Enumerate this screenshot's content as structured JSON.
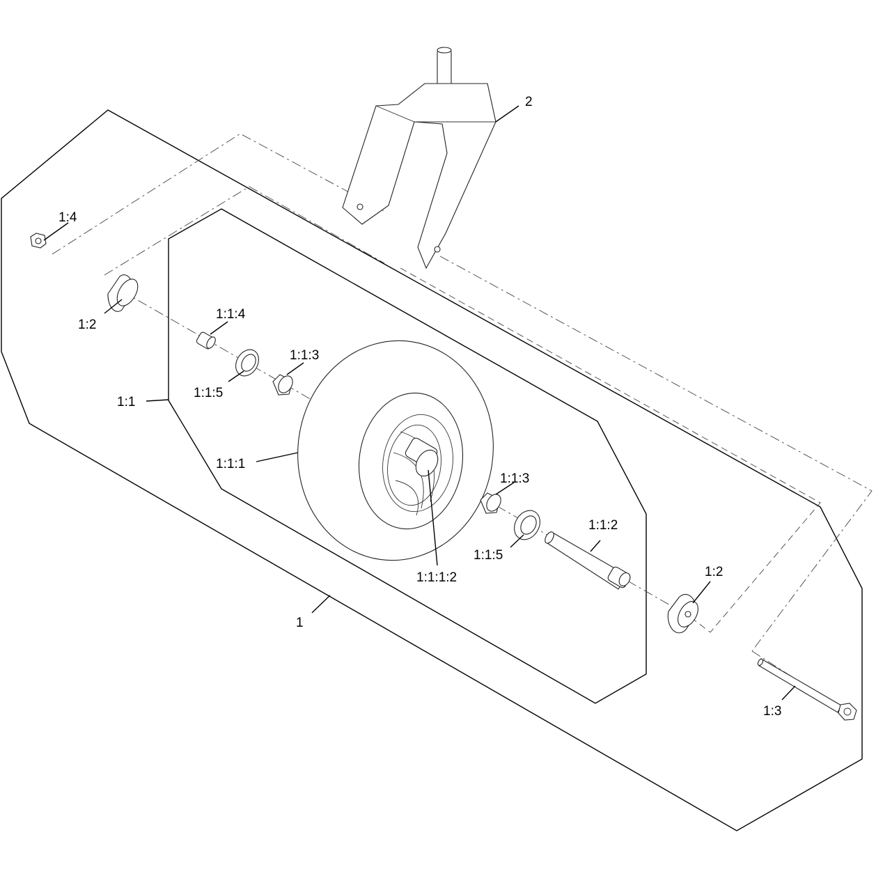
{
  "callouts": {
    "c2": "2",
    "c14": "1:4",
    "c12_left": "1:2",
    "c114": "1:1:4",
    "c113_upper": "1:1:3",
    "c115_upper": "1:1:5",
    "c11": "1:1",
    "c111": "1:1:1",
    "c113_lower": "1:1:3",
    "c115_lower": "1:1:5",
    "c112": "1:1:2",
    "c1112": "1:1:1:2",
    "c12_right": "1:2",
    "c1": "1",
    "c13": "1:3"
  }
}
